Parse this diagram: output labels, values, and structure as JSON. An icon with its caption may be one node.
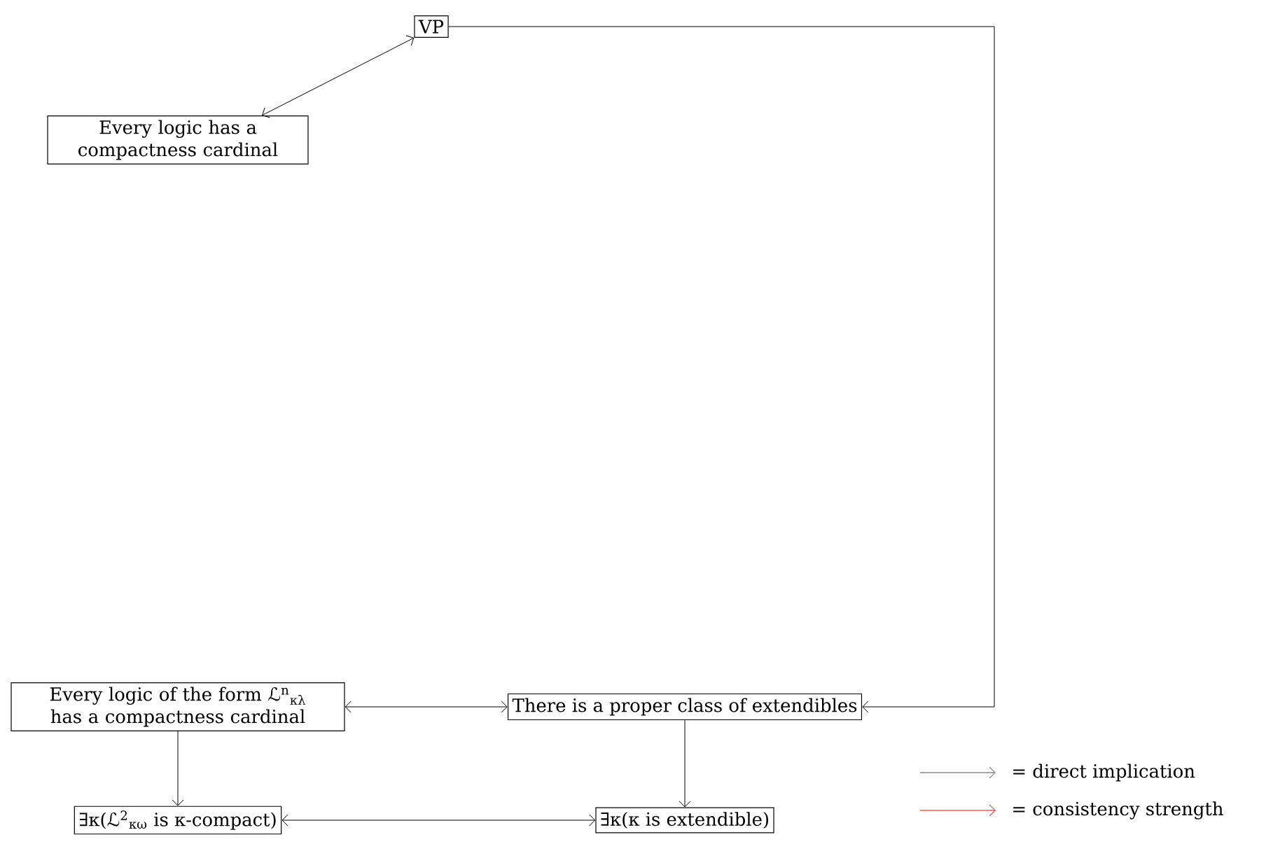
{
  "diagram": {
    "nodes": [
      {
        "text": [
          "VP"
        ]
      },
      {
        "text": [
          "Every logic has a compactness cardinal"
        ]
      },
      {
        "text": [
          "Every logic of the form ℒ$^{n}$$_{κλ}$ has a compactness cardinal"
        ]
      },
      {
        "text": [
          "There is a proper class of extendibles"
        ]
      },
      {
        "text": [
          "∃κ(ℒ$^{2}$$_{κω}$ is κ-compact)"
        ]
      },
      {
        "text": [
          "∃κ(κ is extendible)"
        ]
      }
    ],
    "edges": [
      {
        "from": 1,
        "to": 0,
        "arrow": "both"
      },
      {
        "from": 0,
        "to": 3,
        "arrow": "to"
      },
      {
        "from": 2,
        "to": 3,
        "arrow": "both"
      },
      {
        "from": 2,
        "to": 4,
        "arrow": "to"
      },
      {
        "from": 3,
        "to": 5,
        "arrow": "to"
      },
      {
        "from": 4,
        "to": 5,
        "arrow": "both"
      }
    ],
    "legend": [
      {
        "text": "= direct implication"
      },
      {
        "text": "= consistency strength"
      }
    ]
  }
}
